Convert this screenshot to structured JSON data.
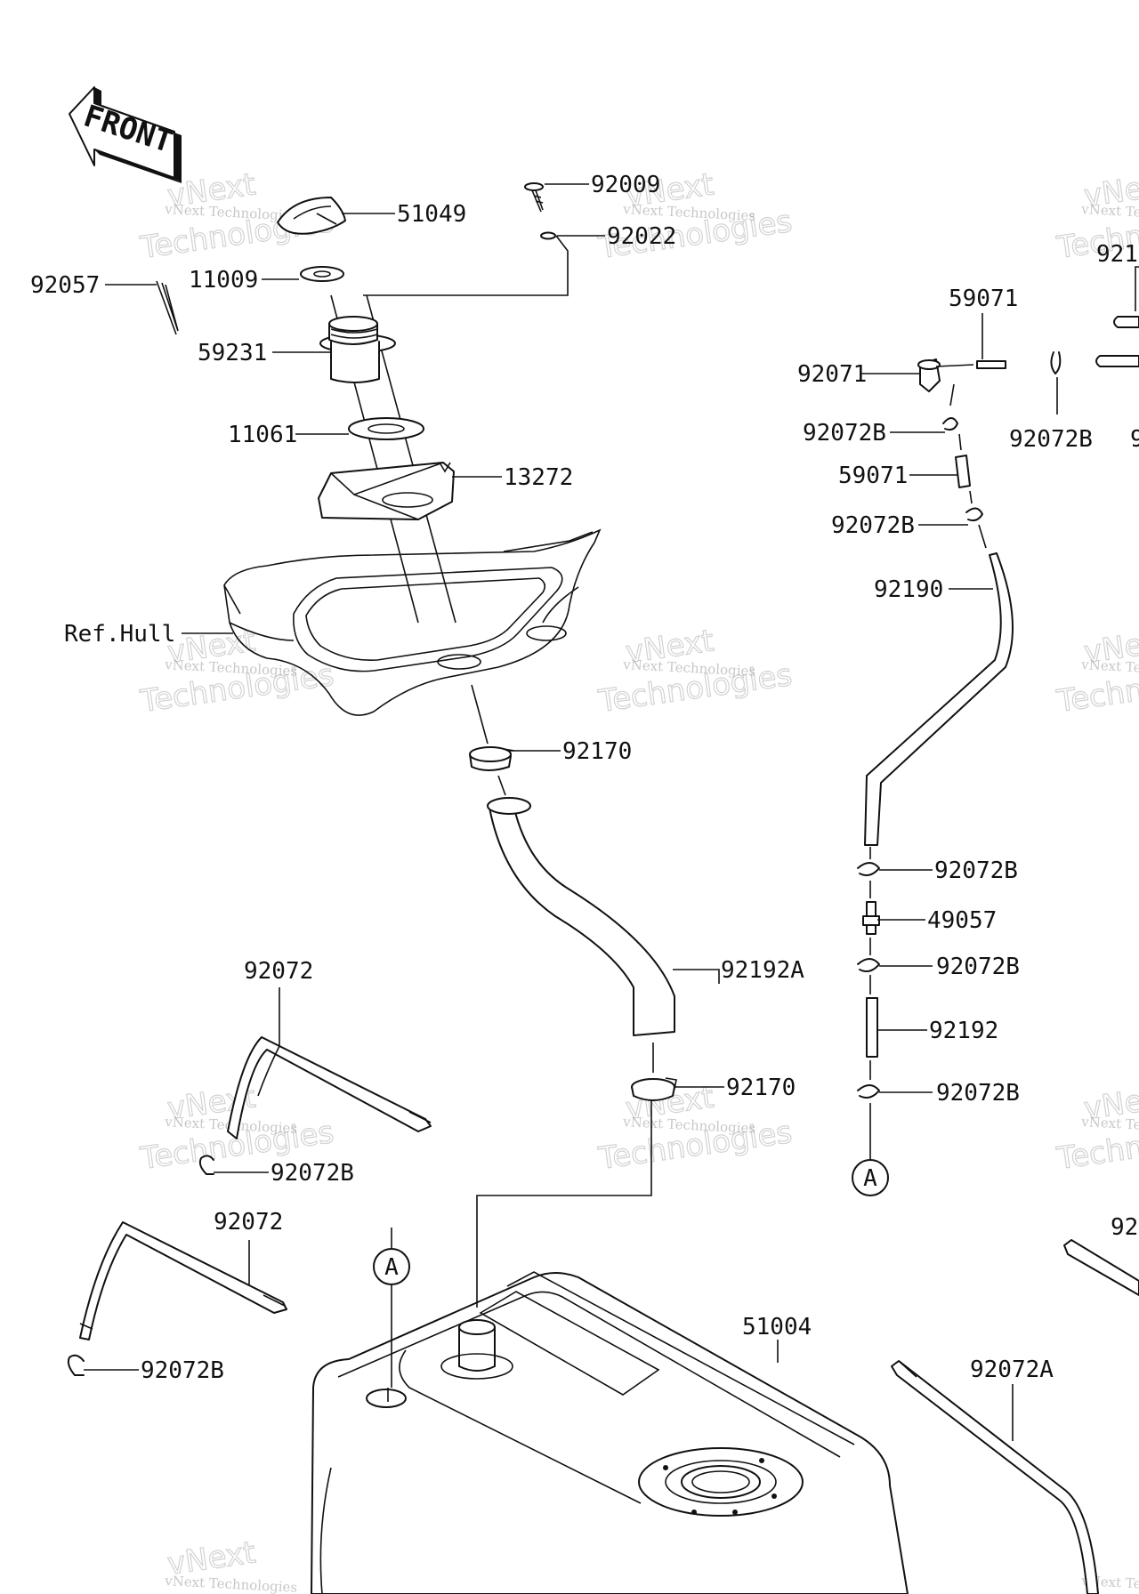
{
  "front_label": "FRONT",
  "ref_hull": "Ref.Hull",
  "watermark": {
    "small": "vNext Technologies",
    "big_top": "vNext",
    "big_bottom": "Technologies"
  },
  "parts": {
    "p92009": "92009",
    "p92022": "92022",
    "p51049": "51049",
    "p11009": "11009",
    "p92057": "92057",
    "p59231": "59231",
    "p11061": "11061",
    "p13272": "13272",
    "p92170_top": "92170",
    "p92192A": "92192A",
    "p92170_bottom": "92170",
    "p92072_upper": "92072",
    "p92072B_upper_strap": "92072B",
    "p92072_lower": "92072",
    "p92072B_lower_strap": "92072B",
    "p51004": "51004",
    "p92072A": "92072A",
    "p59071_top": "59071",
    "p92071": "92071",
    "p92072B_a": "92072B",
    "p92072B_b": "92072B",
    "p59071_mid": "59071",
    "p92072B_c": "92072B",
    "p92190": "92190",
    "p92072B_d": "92072B",
    "p49057": "49057",
    "p92072B_e": "92072B",
    "p92192": "92192",
    "p92072B_f": "92072B",
    "marker_a": "A",
    "p_cut_921": "921",
    "p_cut_9_a": "9",
    "p_cut_92": "92"
  }
}
